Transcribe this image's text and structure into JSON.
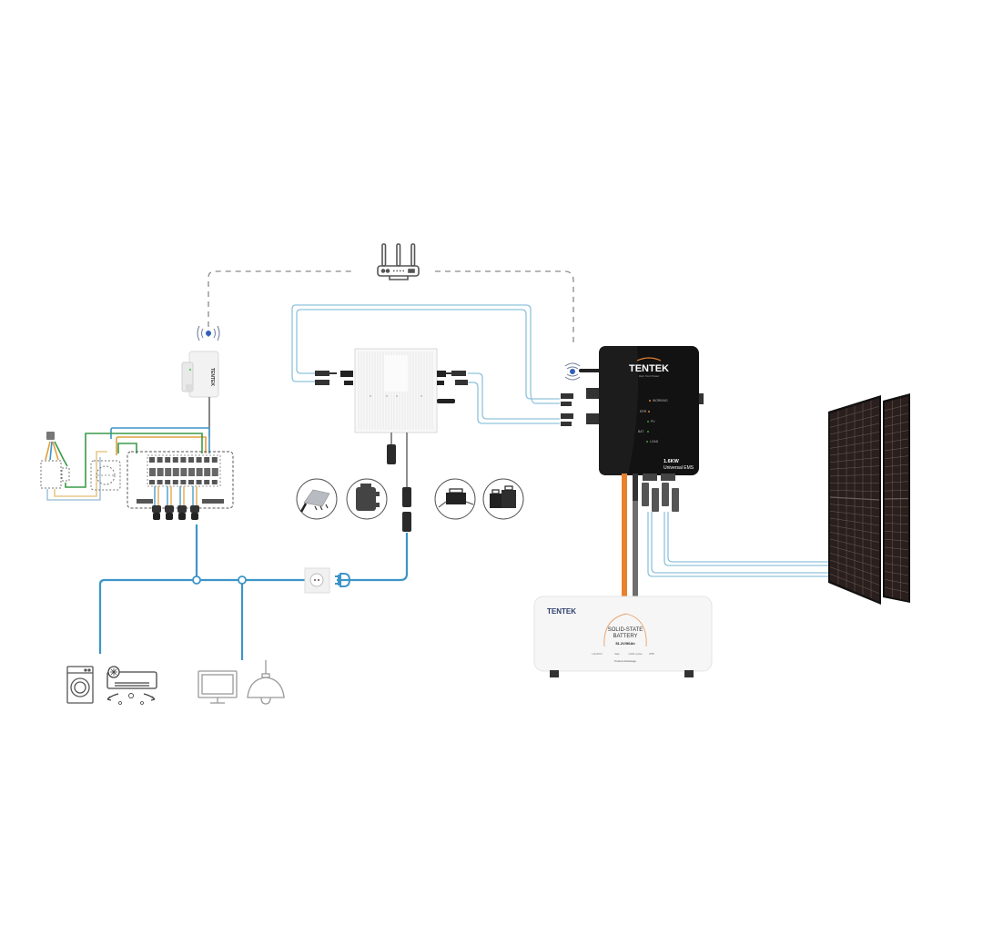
{
  "diagram": {
    "title": "Balcony solar system with Universal EMS and solid-state battery",
    "colors": {
      "ac_line": "#3d95c7",
      "dc_line": "#8fc3dc",
      "dashed_wifi": "#8a8a8a",
      "green_wire": "#3a9a4a",
      "orange_wire": "#e0a040",
      "battery_orange": "#e8812e",
      "ems_body": "#111111",
      "panel_cells": "#2b1f1d",
      "wifi_dot": "#2f5fb8"
    },
    "router": {
      "label": "Wi-Fi router"
    },
    "smart_meter": {
      "brand": "TENTEK",
      "label": "Smart meter"
    },
    "distribution_board": {
      "label": "Distribution board"
    },
    "microinverter": {
      "label": "Microinverter"
    },
    "compatible_inverters": [
      {
        "label": "Inverter type A"
      },
      {
        "label": "Inverter type B"
      },
      {
        "label": "Inverter type C"
      },
      {
        "label": "Inverter type D"
      }
    ],
    "socket": {
      "label": "Schuko socket"
    },
    "plug": {
      "label": "Plug"
    },
    "ems": {
      "brand": "TENTEK",
      "tagline": "Own Your Power",
      "leds": [
        "WORKING",
        "ERR",
        "PV",
        "BAT",
        "LOAD"
      ],
      "power": "1.6KW",
      "power_note": "Universal EMS",
      "model": "Universal EMS"
    },
    "battery": {
      "brand": "TENTEK",
      "title_line1": "SOLID-STATE",
      "title_line2": "BATTERY",
      "spec": "51.2V/50Ah",
      "features": [
        "LiFePO4",
        "Safe",
        "1,600 cycles",
        "IP65"
      ],
      "footer": "Product Advantage"
    },
    "solar_panels": {
      "count": 2,
      "label": "Solar panels"
    },
    "appliances": [
      {
        "name": "Washing machine"
      },
      {
        "name": "Air conditioner"
      },
      {
        "name": "Monitor"
      },
      {
        "name": "Ceiling lamp"
      }
    ]
  }
}
